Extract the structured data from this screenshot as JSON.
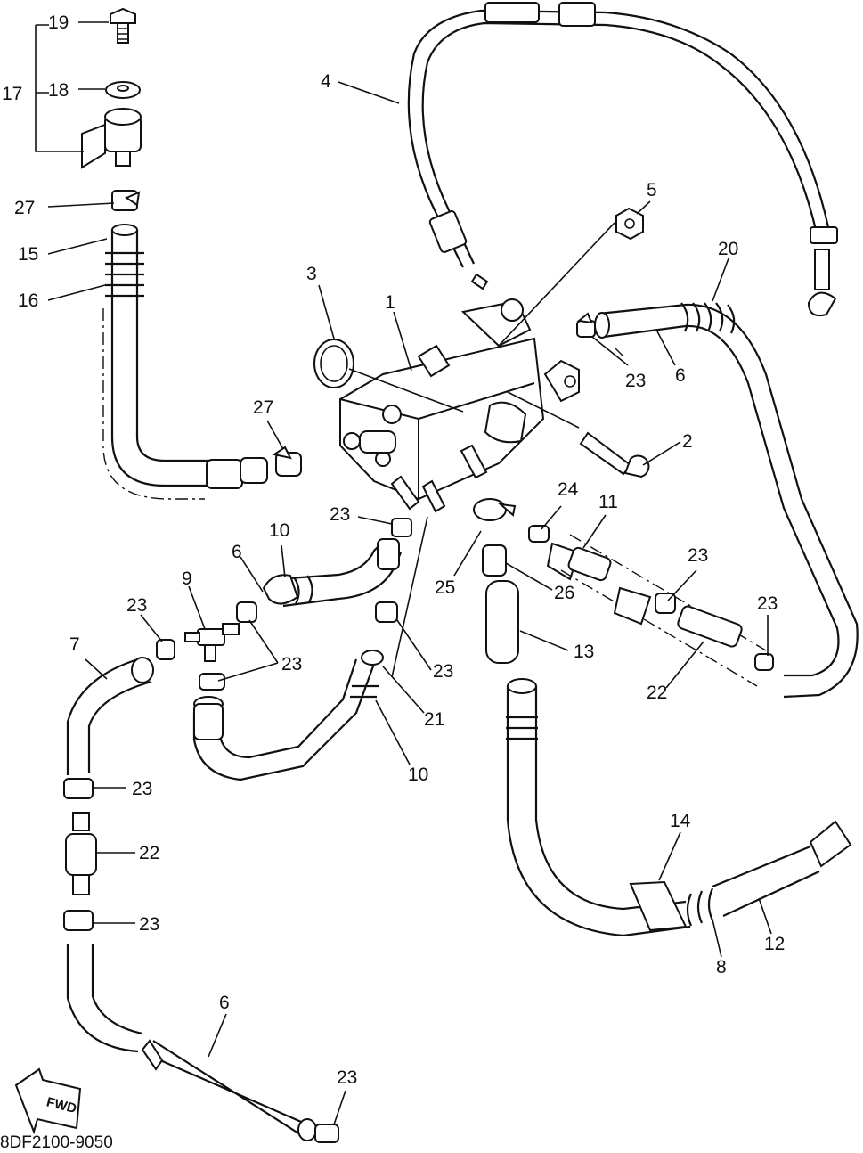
{
  "callouts": [
    "19",
    "18",
    "17",
    "27",
    "15",
    "16",
    "4",
    "5",
    "3",
    "1",
    "20",
    "23",
    "6",
    "2",
    "27",
    "23",
    "10",
    "6",
    "9",
    "23",
    "23",
    "7",
    "23",
    "22",
    "23",
    "6",
    "23",
    "24",
    "11",
    "25",
    "26",
    "23",
    "23",
    "13",
    "22",
    "23",
    "21",
    "10",
    "14",
    "12",
    "8"
  ],
  "diagram_code": "8DF2100-9050",
  "fwd_label": "FWD"
}
